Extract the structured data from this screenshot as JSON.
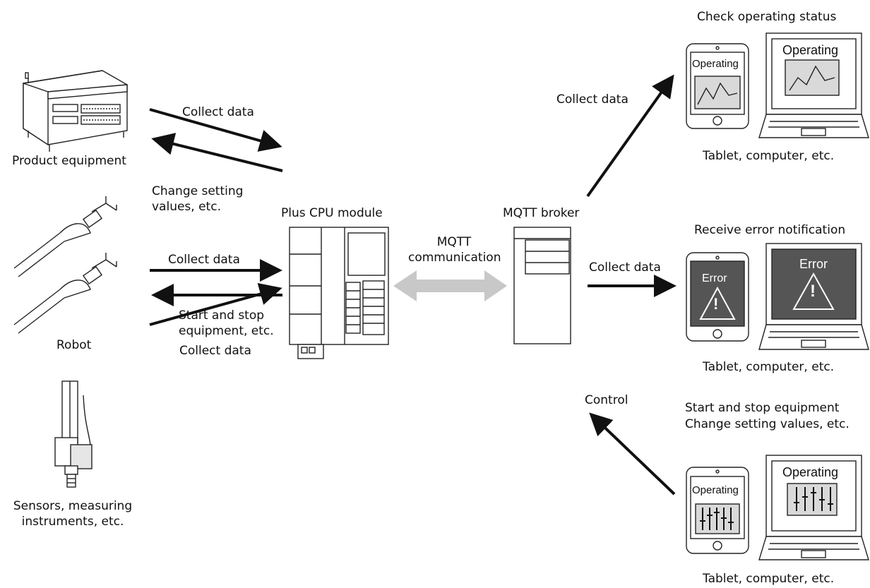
{
  "labels": {
    "product_equipment": "Product equipment",
    "robot": "Robot",
    "sensors_line1": "Sensors, measuring",
    "sensors_line2": "instruments, etc.",
    "plus_cpu": "Plus CPU module",
    "mqtt_broker": "MQTT broker",
    "mqtt_line1": "MQTT",
    "mqtt_line2": "communication",
    "collect_data": "Collect data",
    "change_line1": "Change setting",
    "change_line2": "values, etc.",
    "start_line1": "Start and stop",
    "start_line2": "equipment, etc.",
    "check_status": "Check operating status",
    "receive_error": "Receive error notification",
    "start_stop_equipment": "Start and stop equipment",
    "change_setting_values": "Change setting values, etc.",
    "control": "Control",
    "tablet_computer": "Tablet, computer, etc."
  },
  "screens": {
    "operating": "Operating",
    "error": "Error",
    "error_mark": "!"
  },
  "icons": {
    "product_equipment": "cabinet-icon",
    "robot": "robot-arm-icon",
    "sensor": "sensor-icon",
    "plc": "plc-module-icon",
    "broker": "server-icon",
    "tablet": "tablet-icon",
    "laptop": "laptop-icon"
  },
  "colors": {
    "arrow": "#111111",
    "mqtt_arrow": "#c8c8c8",
    "error_screen": "#555555",
    "chart_screen": "#d9d9d9"
  }
}
